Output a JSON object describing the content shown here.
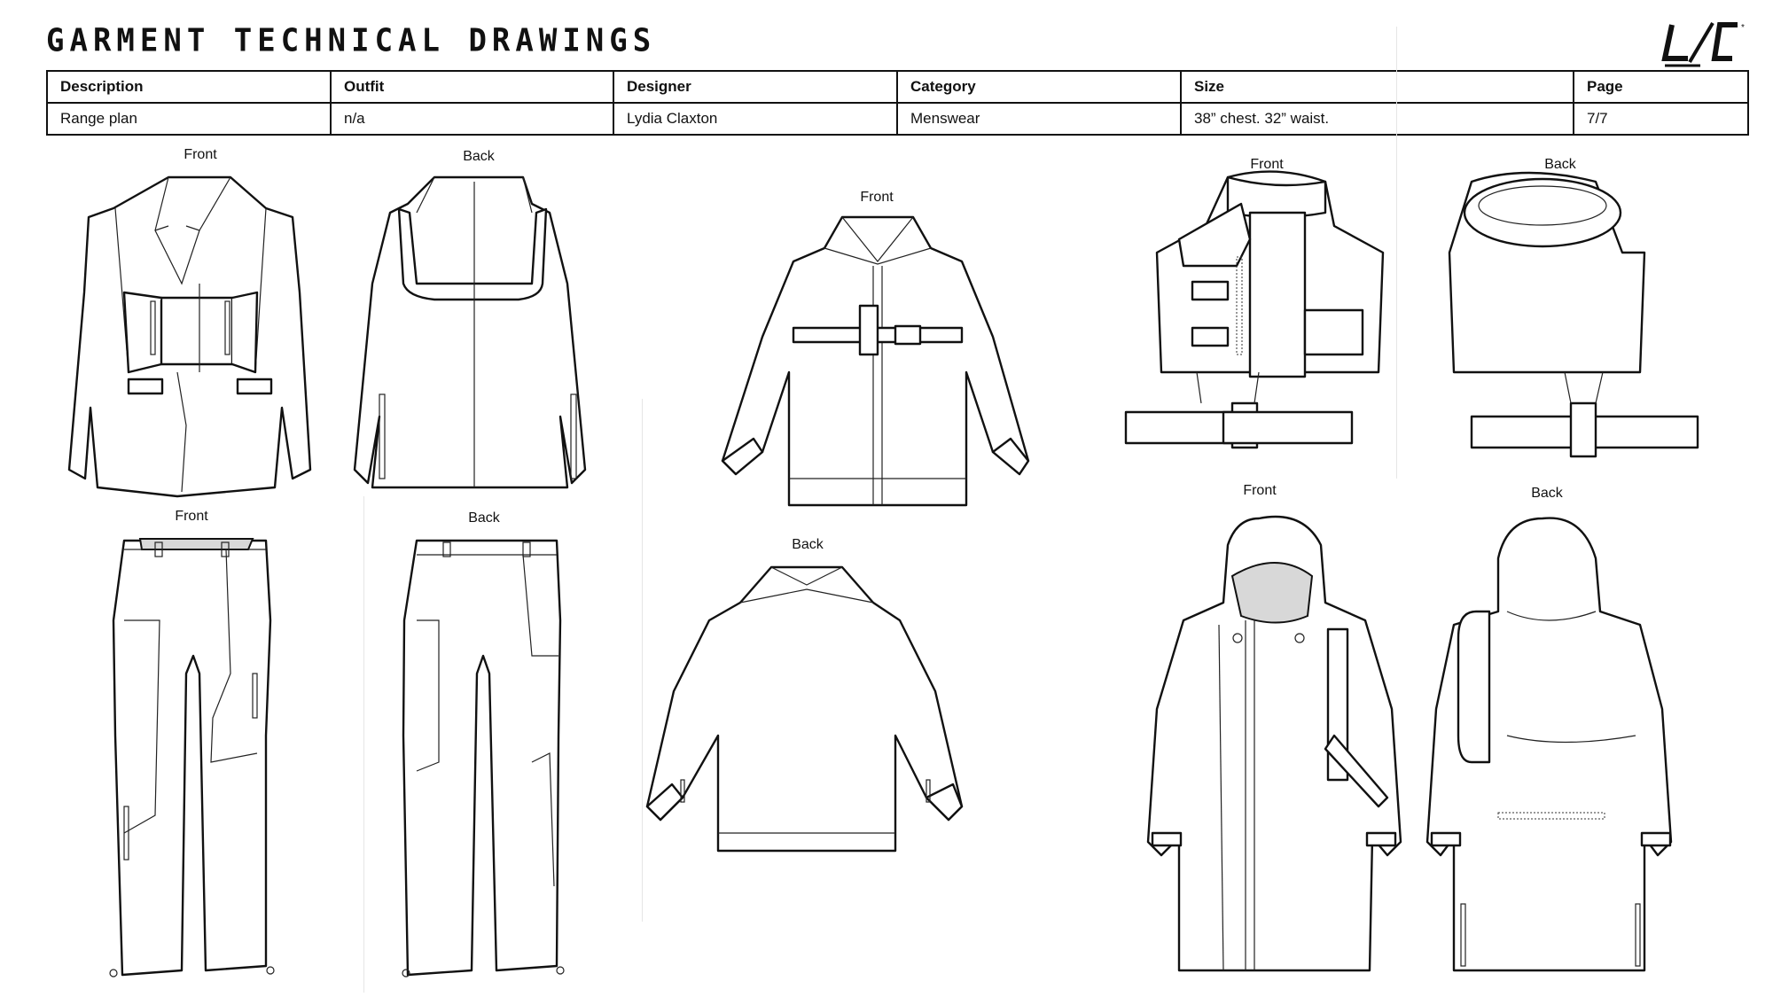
{
  "header": {
    "title": "GARMENT TECHNICAL DRAWINGS",
    "logo": "L/C"
  },
  "table": {
    "headers": [
      "Description",
      "Outfit",
      "Designer",
      "Category",
      "Size",
      "Page"
    ],
    "values": [
      "Range plan",
      "n/a",
      "Lydia Claxton",
      "Menswear",
      "38” chest. 32” waist.",
      "7/7"
    ]
  },
  "labels": {
    "blazer_front": "Front",
    "blazer_back": "Back",
    "trouser_front": "Front",
    "trouser_back": "Back",
    "shirt_front": "Front",
    "shirt_back": "Back",
    "vest_front": "Front",
    "vest_back": "Back",
    "parka_front": "Front",
    "parka_back": "Back"
  }
}
